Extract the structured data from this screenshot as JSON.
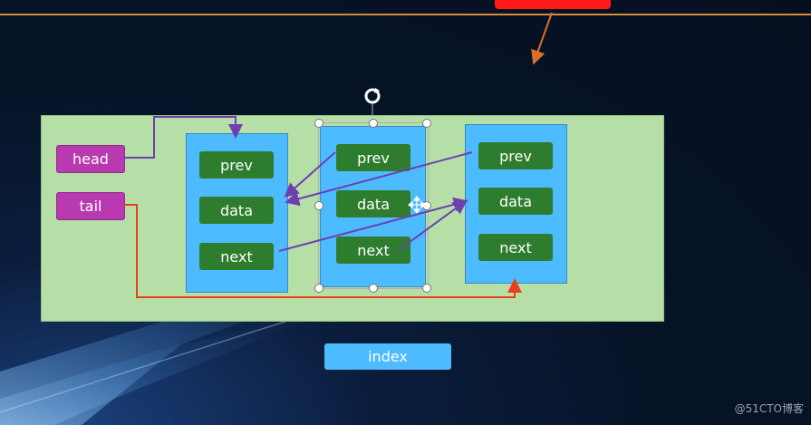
{
  "diagram": {
    "pointers": {
      "head": "head",
      "tail": "tail"
    },
    "nodes": [
      {
        "fields": [
          "prev",
          "data",
          "next"
        ]
      },
      {
        "fields": [
          "prev",
          "data",
          "next"
        ]
      },
      {
        "fields": [
          "prev",
          "data",
          "next"
        ]
      }
    ],
    "index_label": "index"
  },
  "watermark": "@51CTO博客",
  "colors": {
    "background": "#061428",
    "panel": "#b5dfa7",
    "node": "#4dbbff",
    "field": "#2e7d2e",
    "pointer_box": "#b93ab0",
    "arrow_purple": "#6f3fb0",
    "arrow_red": "#e8401a",
    "arrow_orange": "#d9702a"
  },
  "icons": [
    "rotate-handle-icon",
    "move-cursor-icon"
  ]
}
